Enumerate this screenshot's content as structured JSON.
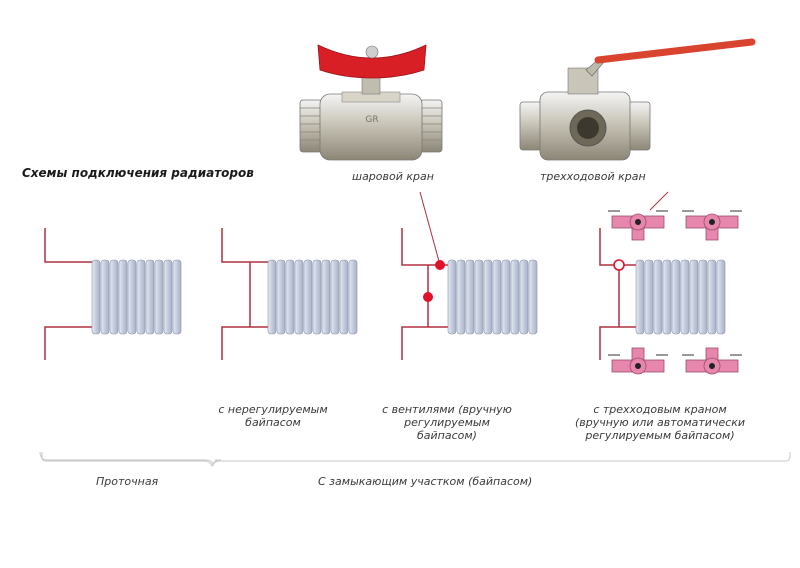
{
  "title": "Схемы подключения радиаторов",
  "valves": {
    "ball_label": "шаровой кран",
    "three_way_label": "трехходовой кран"
  },
  "schemes": {
    "nonregulated": [
      "с нерегулируемым",
      "байпасом"
    ],
    "valved": [
      "с вентилями (вручную",
      "регулируемым",
      "байпасом)"
    ],
    "three_way": [
      "с трехходовым краном",
      "(вручную или автоматически",
      "регулируемым байпасом)"
    ]
  },
  "groups": {
    "flow": "Проточная",
    "bypass": "С замыкающим участком (байпасом)"
  },
  "colors": {
    "pipe": "#b03040",
    "radiator": "#c6cfe0",
    "radiator_edge": "#8a94ab",
    "valve_red": "#e0112b",
    "tee_pink": "#e787ad"
  }
}
